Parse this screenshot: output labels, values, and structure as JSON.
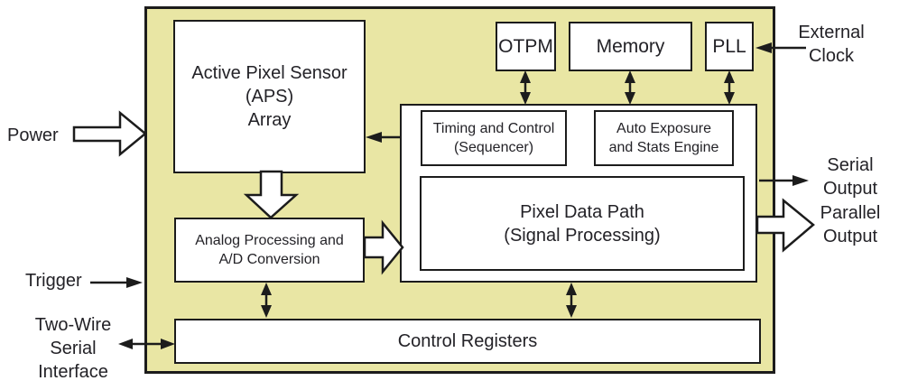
{
  "colors": {
    "chip_fill": "#e9e6a4",
    "box_fill": "#ffffff",
    "line": "#1c1c1c",
    "text": "#232227"
  },
  "blocks": {
    "aps": {
      "label": "Active Pixel Sensor\n(APS)\nArray"
    },
    "otpm": {
      "label": "OTPM"
    },
    "memory": {
      "label": "Memory"
    },
    "pll": {
      "label": "PLL"
    },
    "timing": {
      "label": "Timing and Control\n(Sequencer)"
    },
    "auto_exposure": {
      "label": "Auto Exposure\nand Stats Engine"
    },
    "pixel_data_path": {
      "label": "Pixel Data Path\n(Signal Processing)"
    },
    "analog": {
      "label": "Analog Processing and\nA/D Conversion"
    },
    "control_registers": {
      "label": "Control Registers"
    }
  },
  "external_labels": {
    "power": "Power",
    "trigger": "Trigger",
    "two_wire": "Two-Wire\nSerial\nInterface",
    "external_clock": "External\nClock",
    "serial_output": "Serial\nOutput",
    "parallel_output": "Parallel\nOutput"
  },
  "connections": [
    {
      "from": "power",
      "to": "chip",
      "style": "block-arrow",
      "direction": "in"
    },
    {
      "from": "aps",
      "to": "analog",
      "style": "block-arrow",
      "direction": "down"
    },
    {
      "from": "analog",
      "to": "digital-core",
      "style": "block-arrow",
      "direction": "right"
    },
    {
      "from": "pixel_data_path",
      "to": "parallel_output",
      "style": "block-arrow",
      "direction": "out"
    },
    {
      "from": "digital-core",
      "to": "serial_output",
      "style": "line-arrow",
      "direction": "out"
    },
    {
      "from": "timing",
      "to": "aps",
      "style": "line-arrow",
      "direction": "left"
    },
    {
      "from": "external_clock",
      "to": "pll",
      "style": "line-arrow",
      "direction": "in"
    },
    {
      "from": "trigger",
      "to": "chip",
      "style": "line-arrow",
      "direction": "in"
    },
    {
      "from": "two_wire",
      "to": "control_registers",
      "style": "line-arrow",
      "direction": "bidirectional"
    },
    {
      "from": "otpm",
      "to": "digital-core",
      "style": "line-arrow",
      "direction": "bidirectional"
    },
    {
      "from": "memory",
      "to": "digital-core",
      "style": "line-arrow",
      "direction": "bidirectional"
    },
    {
      "from": "pll",
      "to": "digital-core",
      "style": "line-arrow",
      "direction": "bidirectional"
    },
    {
      "from": "analog",
      "to": "control_registers",
      "style": "line-arrow",
      "direction": "bidirectional"
    },
    {
      "from": "digital-core",
      "to": "control_registers",
      "style": "line-arrow",
      "direction": "bidirectional"
    }
  ]
}
